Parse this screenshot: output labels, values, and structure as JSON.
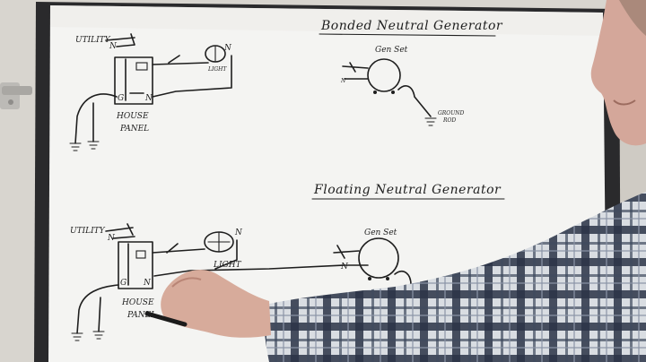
{
  "whiteboard": {
    "top_diagram": {
      "title": "Bonded Neutral Generator",
      "utility": "UTILITY",
      "n_mark": "N",
      "g_mark": "G",
      "panel_line1": "HOUSE",
      "panel_line2": "PANEL",
      "light": "LIGHT",
      "gen_set": "Gen Set",
      "ground_rod_line1": "GROUND",
      "ground_rod_line2": "ROD"
    },
    "bottom_diagram": {
      "title": "Floating Neutral Generator",
      "utility": "UTILITY",
      "n_mark": "N",
      "g_mark": "G",
      "panel_line1": "HOUSE",
      "panel_line2": "PANEL",
      "light": "LIGHT",
      "gen_set": "Gen Set"
    }
  }
}
